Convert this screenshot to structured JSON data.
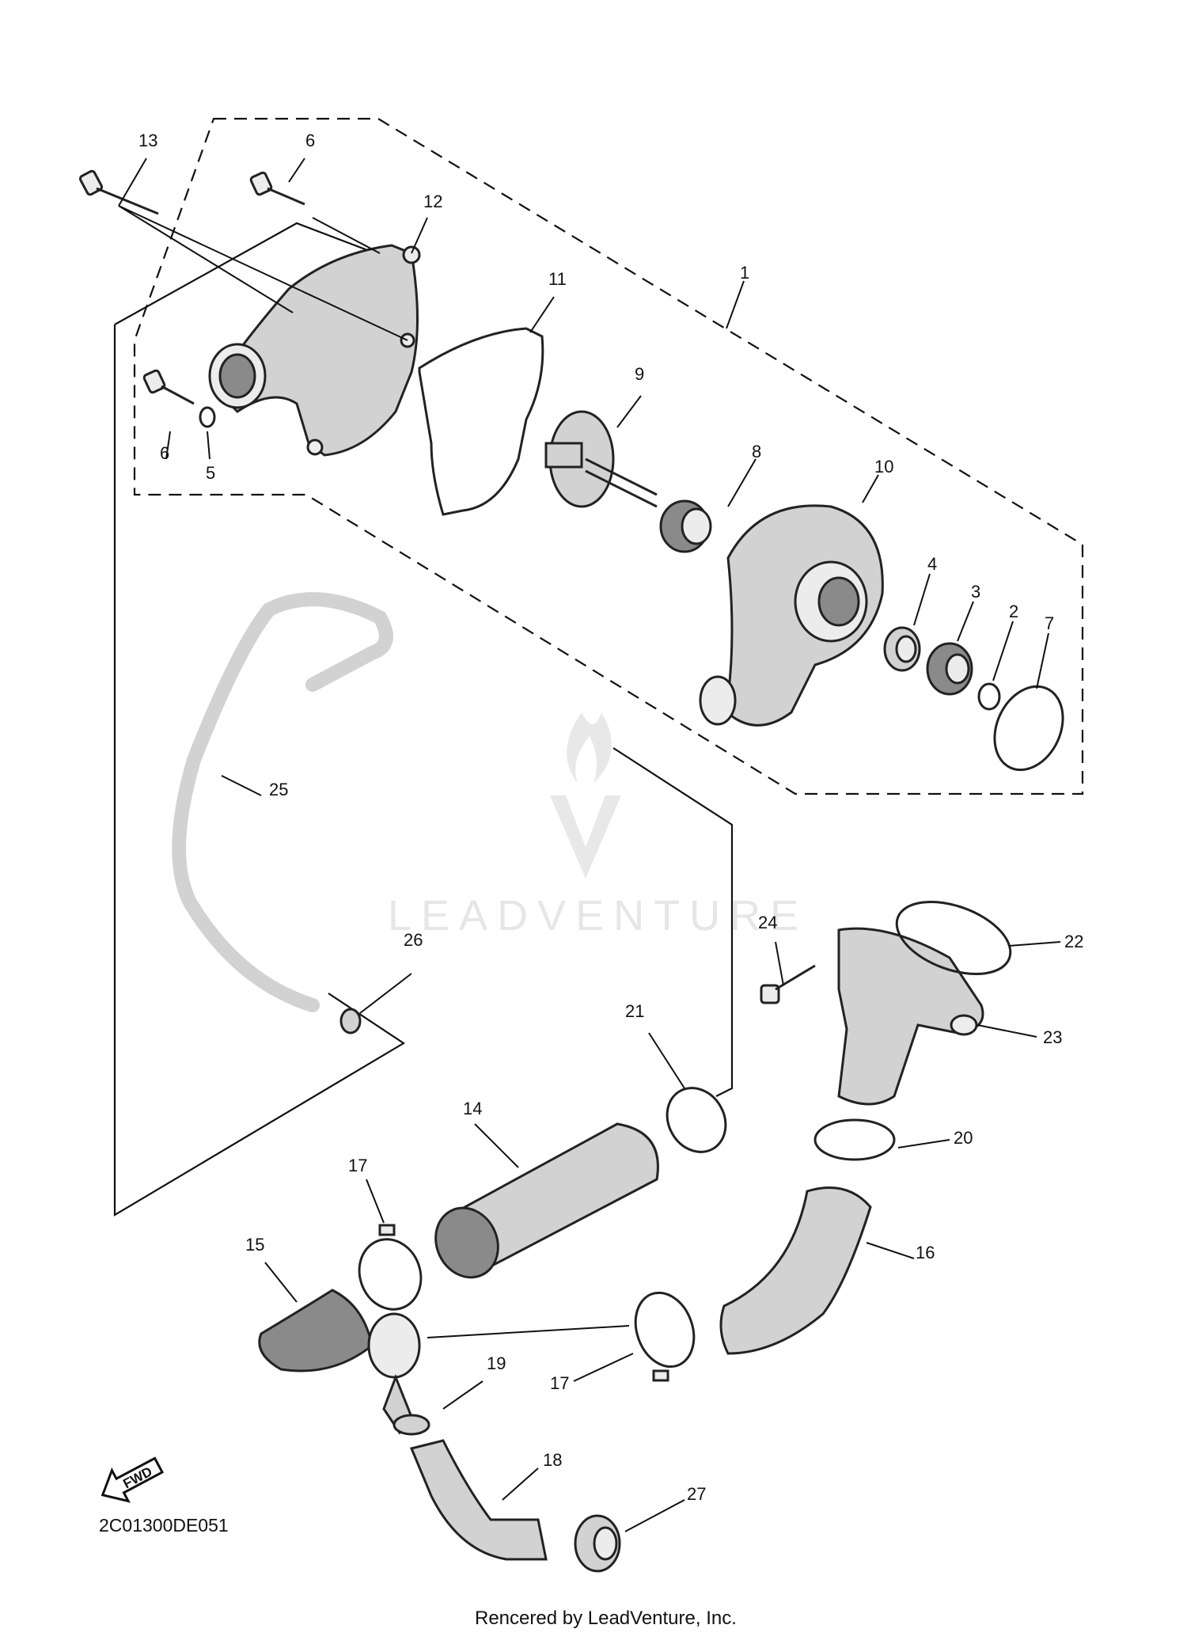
{
  "diagram": {
    "part_code": "2C01300DE051",
    "credit": "Rencered by LeadVenture, Inc.",
    "watermark": "LEADVENTURE",
    "fwd_label": "FWD",
    "callouts": [
      {
        "id": "1",
        "label": "1"
      },
      {
        "id": "2",
        "label": "2"
      },
      {
        "id": "3",
        "label": "3"
      },
      {
        "id": "4",
        "label": "4"
      },
      {
        "id": "5",
        "label": "5"
      },
      {
        "id": "6a",
        "label": "6"
      },
      {
        "id": "6b",
        "label": "6"
      },
      {
        "id": "7",
        "label": "7"
      },
      {
        "id": "8",
        "label": "8"
      },
      {
        "id": "9",
        "label": "9"
      },
      {
        "id": "10",
        "label": "10"
      },
      {
        "id": "11",
        "label": "11"
      },
      {
        "id": "12",
        "label": "12"
      },
      {
        "id": "13",
        "label": "13"
      },
      {
        "id": "14",
        "label": "14"
      },
      {
        "id": "15",
        "label": "15"
      },
      {
        "id": "16",
        "label": "16"
      },
      {
        "id": "17a",
        "label": "17"
      },
      {
        "id": "17b",
        "label": "17"
      },
      {
        "id": "18",
        "label": "18"
      },
      {
        "id": "19",
        "label": "19"
      },
      {
        "id": "20",
        "label": "20"
      },
      {
        "id": "21",
        "label": "21"
      },
      {
        "id": "22",
        "label": "22"
      },
      {
        "id": "23",
        "label": "23"
      },
      {
        "id": "24",
        "label": "24"
      },
      {
        "id": "25",
        "label": "25"
      },
      {
        "id": "26",
        "label": "26"
      },
      {
        "id": "27",
        "label": "27"
      }
    ]
  }
}
